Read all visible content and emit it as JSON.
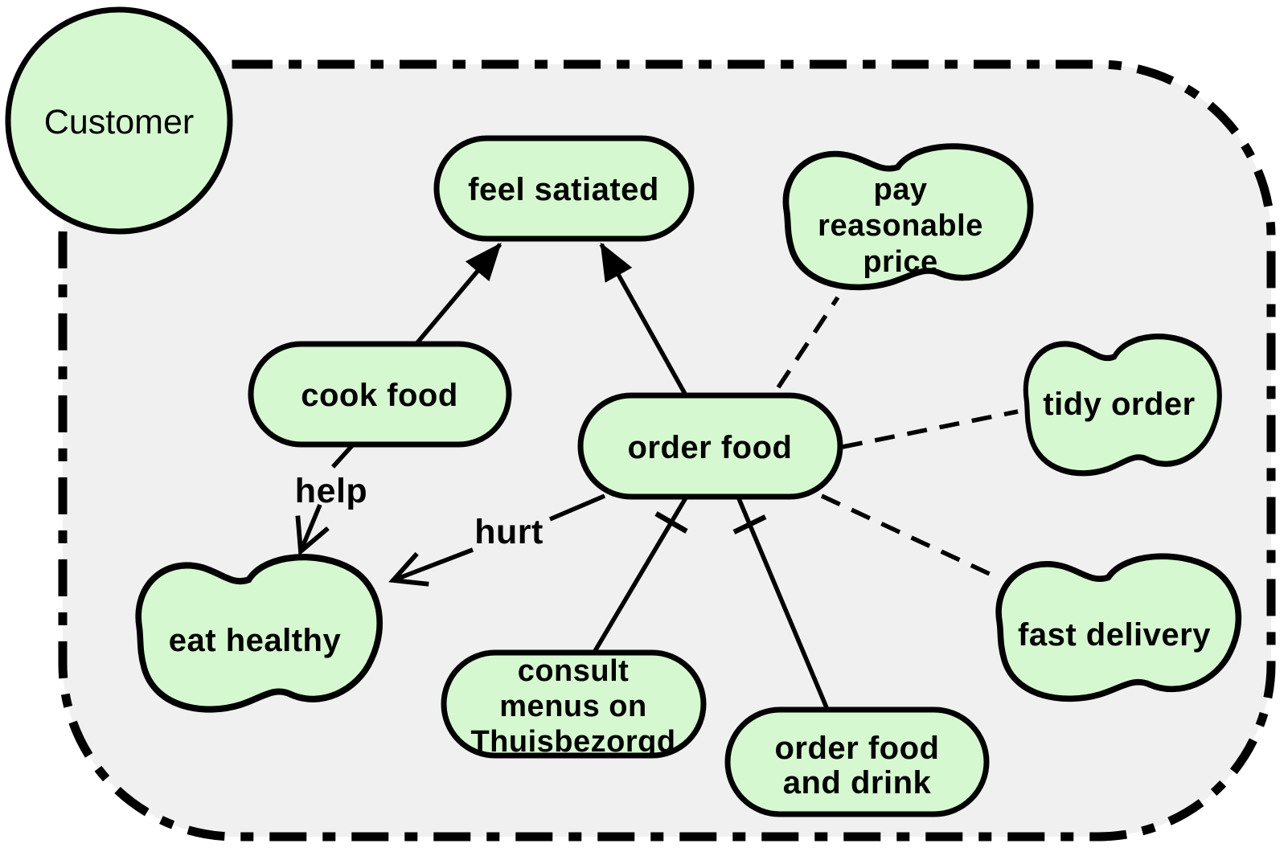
{
  "diagram": {
    "notation": "i* goal model (strategic rationale)",
    "colors": {
      "node_fill": "#d6f8d0",
      "boundary_fill": "#f0f0f0",
      "stroke": "#000000",
      "canvas": "#ffffff"
    },
    "actor": {
      "label": "Customer"
    },
    "nodes": {
      "feel_satiated": {
        "kind": "goal",
        "label": "feel satiated"
      },
      "pay_reasonable_price": {
        "kind": "softgoal",
        "label": "pay reasonable price",
        "lines": [
          "pay",
          "reasonable",
          "price"
        ]
      },
      "cook_food": {
        "kind": "goal",
        "label": "cook food"
      },
      "order_food": {
        "kind": "goal",
        "label": "order food"
      },
      "tidy_order": {
        "kind": "softgoal",
        "label": "tidy order"
      },
      "eat_healthy": {
        "kind": "softgoal",
        "label": "eat healthy"
      },
      "fast_delivery": {
        "kind": "softgoal",
        "label": "fast delivery"
      },
      "consult_menus": {
        "kind": "task",
        "label": "consult menus on Thuisbezorgd",
        "lines": [
          "consult",
          "menus on",
          "Thuisbezorgd"
        ]
      },
      "order_food_and_drink": {
        "kind": "task",
        "label": "order food and drink",
        "lines": [
          "order food",
          "and drink"
        ]
      }
    },
    "links": {
      "cook_to_satiated": {
        "type": "means-end-arrow",
        "from": "cook food",
        "to": "feel satiated"
      },
      "order_to_satiated": {
        "type": "means-end-arrow",
        "from": "order food",
        "to": "feel satiated"
      },
      "help": {
        "type": "contribution",
        "label": "help",
        "from": "cook food",
        "to": "eat healthy"
      },
      "hurt": {
        "type": "contribution",
        "label": "hurt",
        "from": "order food",
        "to": "eat healthy"
      },
      "decomp_consult": {
        "type": "decomposition",
        "from": "order food",
        "to": "consult menus on Thuisbezorgd"
      },
      "decomp_drink": {
        "type": "decomposition",
        "from": "order food",
        "to": "order food and drink"
      },
      "assoc_pay": {
        "type": "dashed-association",
        "from": "order food",
        "to": "pay reasonable price"
      },
      "assoc_tidy": {
        "type": "dashed-association",
        "from": "order food",
        "to": "tidy order"
      },
      "assoc_fast": {
        "type": "dashed-association",
        "from": "order food",
        "to": "fast delivery"
      }
    }
  }
}
